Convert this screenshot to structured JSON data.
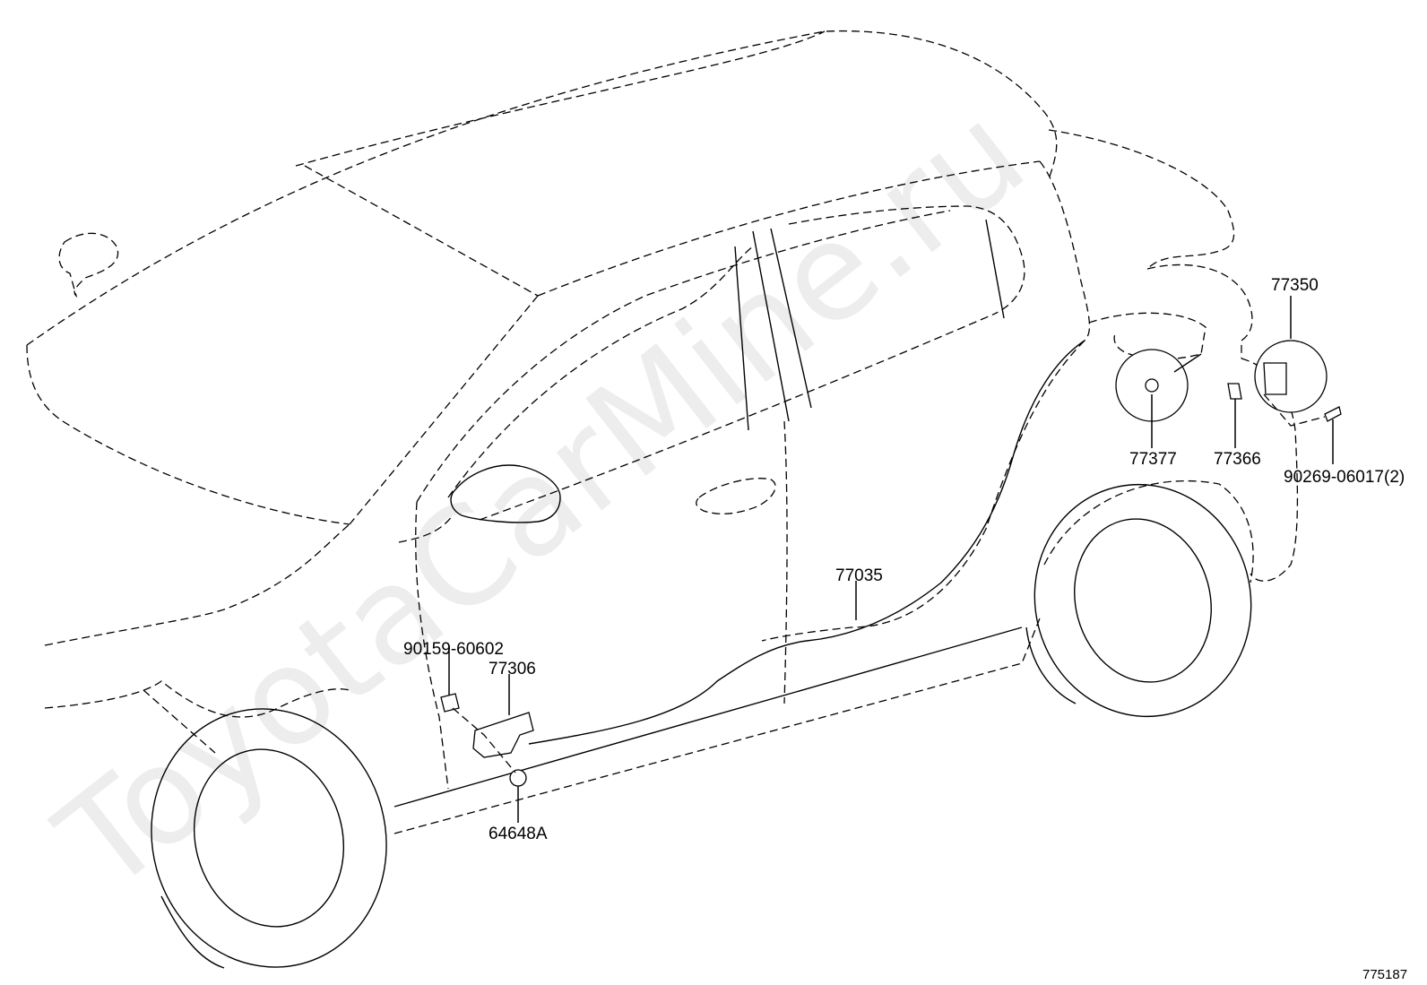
{
  "watermark": "ToyotaCarMine.ru",
  "diagram_id": "775187",
  "callouts": {
    "fuel_lid": "77350",
    "fuel_lid_spring": "77377",
    "fuel_lid_stopper": "77366",
    "fuel_lid_screw": "90269-06017(2)",
    "lock_cable": "77035",
    "opener_bolt": "90159-60602",
    "opener_lever": "77306",
    "opener_cap": "64648A"
  }
}
